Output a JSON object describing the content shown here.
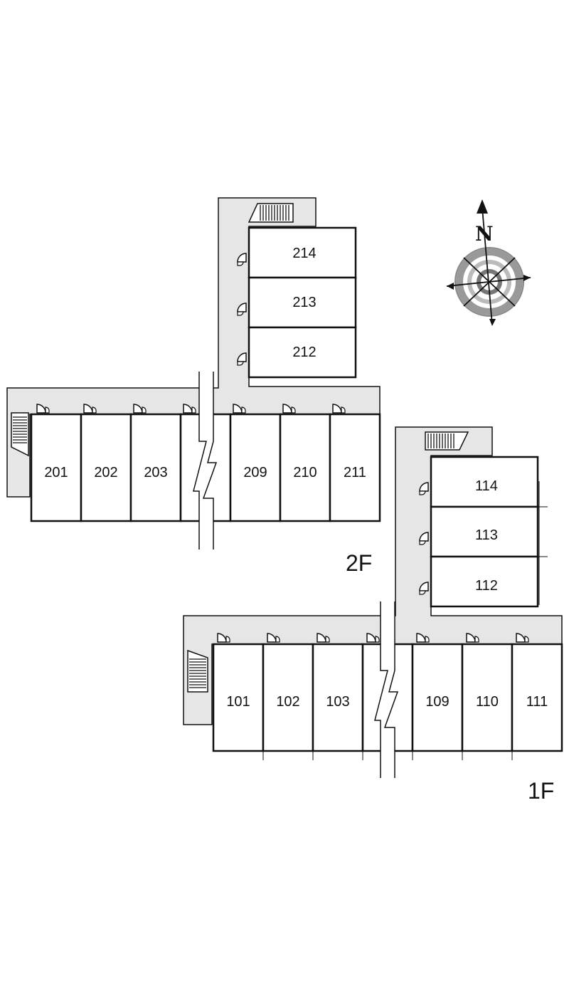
{
  "floors": {
    "second": {
      "label": "2F",
      "units_west": [
        "201",
        "202",
        "203"
      ],
      "units_east": [
        "209",
        "210",
        "211"
      ],
      "units_north": [
        "214",
        "213",
        "212"
      ]
    },
    "first": {
      "label": "1F",
      "units_west": [
        "101",
        "102",
        "103"
      ],
      "units_east": [
        "109",
        "110",
        "111"
      ],
      "units_north": [
        "114",
        "113",
        "112"
      ]
    }
  },
  "compass": {
    "north_letter": "N"
  },
  "colors": {
    "corridor": "#e6e6e6",
    "line": "#111111"
  }
}
